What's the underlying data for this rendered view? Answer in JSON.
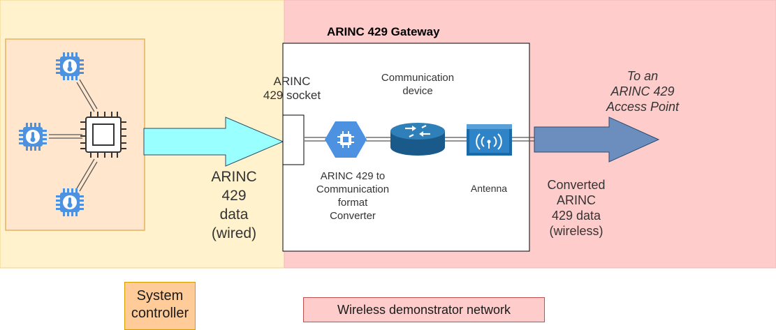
{
  "gateway": {
    "title": "ARINC 429 Gateway",
    "socket_label": "ARINC\n429 socket",
    "comm_device_label": "Communication\ndevice",
    "converter_label": "ARINC 429 to\nCommunication\nformat\nConverter",
    "antenna_label": "Antenna"
  },
  "wired_arrow_label": "ARINC\n429\ndata\n(wired)",
  "wireless_arrow_label": "Converted\nARINC\n429 data\n(wireless)",
  "destination_label": "To an\nARINC 429\nAccess Point",
  "legend": {
    "system_controller": "System\ncontroller",
    "wireless_network": "Wireless demonstrator network"
  },
  "colors": {
    "system_controller_bg": "#fff2cc",
    "system_controller_border": "#d6b656",
    "wireless_bg": "#ffcccc",
    "sensor_cluster_bg": "#ffe6cc",
    "sensor_cluster_border": "#d79b00",
    "wired_arrow": "#99ffff",
    "wireless_arrow": "#6c8ebf",
    "chip_blue": "#4c92e0",
    "legend_orange": "#ffcc99"
  }
}
